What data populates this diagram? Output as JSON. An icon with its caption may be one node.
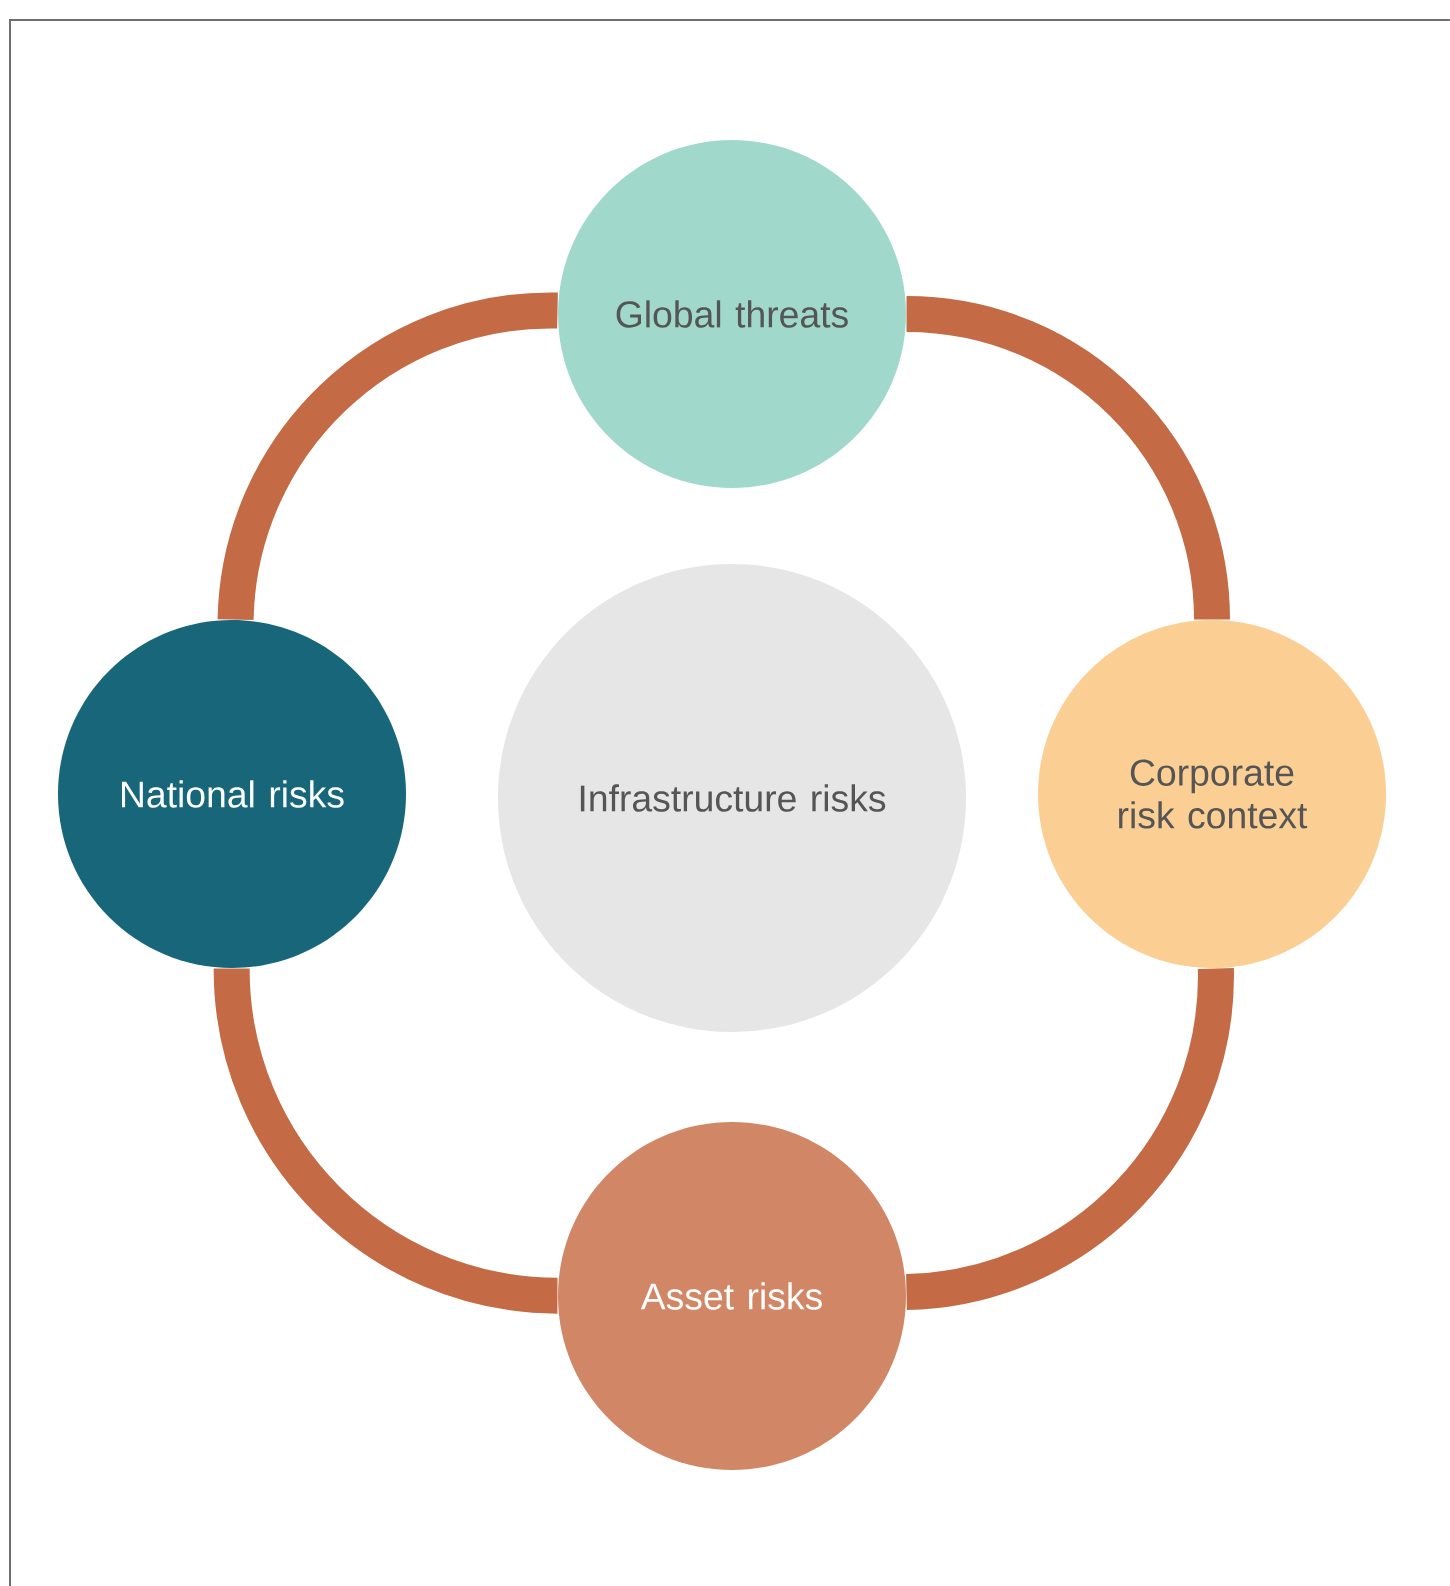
{
  "diagram": {
    "nodes": [
      {
        "text": [
          "Global threats"
        ]
      },
      {
        "text": [
          "National risks"
        ]
      },
      {
        "text": [
          "Infrastructure risks"
        ]
      },
      {
        "text": [
          "Corporate risk context"
        ]
      },
      {
        "text": [
          "Asset risks"
        ]
      }
    ],
    "edges": [
      {
        "from": 0,
        "to": 3,
        "arrow": "none"
      },
      {
        "from": 3,
        "to": 4,
        "arrow": "none"
      },
      {
        "from": 4,
        "to": 1,
        "arrow": "none"
      },
      {
        "from": 1,
        "to": 0,
        "arrow": "none"
      }
    ]
  }
}
